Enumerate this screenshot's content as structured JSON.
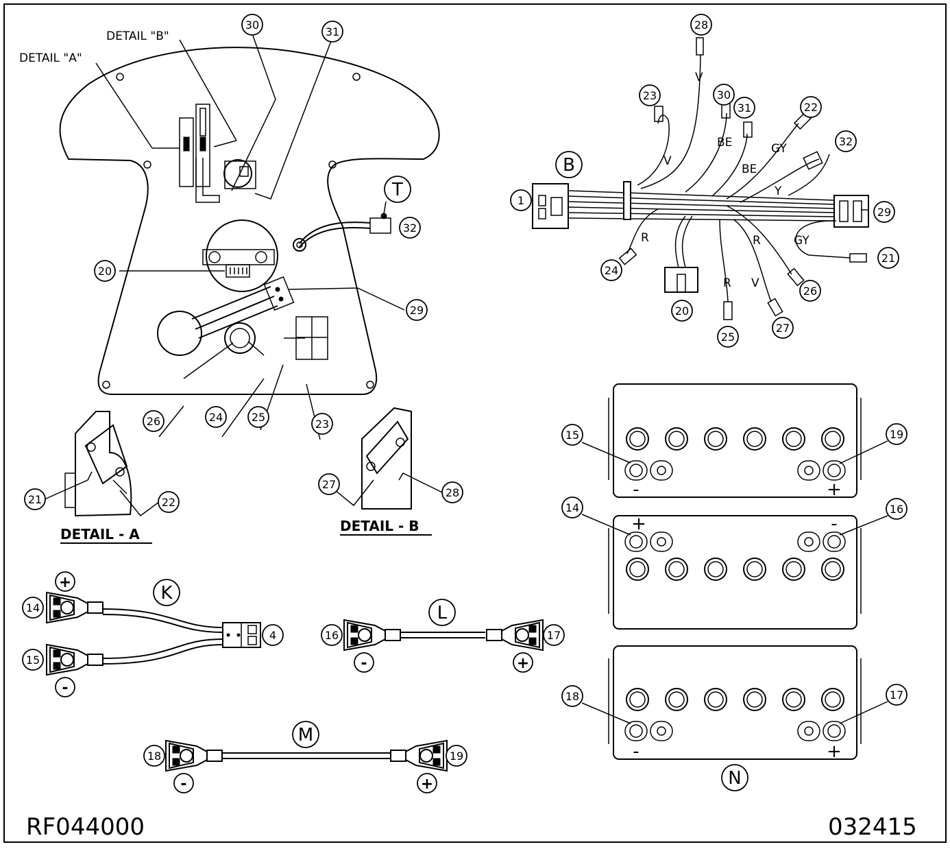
{
  "labels": {
    "detail_a_pointer": "DETAIL \"A\"",
    "detail_b_pointer": "DETAIL \"B\"",
    "detail_a_title": "DETAIL - A",
    "detail_b_title": "DETAIL - B",
    "doc_code": "RF044000",
    "date_code": "032415"
  },
  "letters": {
    "T": "T",
    "B": "B",
    "K": "K",
    "L": "L",
    "M": "M",
    "N": "N"
  },
  "callouts": {
    "c1": "1",
    "c4": "4",
    "c14": "14",
    "c15": "15",
    "c16": "16",
    "c17": "17",
    "c18": "18",
    "c19": "19",
    "c20": "20",
    "c21": "21",
    "c22": "22",
    "c23": "23",
    "c24": "24",
    "c25": "25",
    "c26": "26",
    "c27": "27",
    "c28": "28",
    "c29": "29",
    "c30": "30",
    "c31": "31",
    "c32": "32"
  },
  "wire_colors": {
    "V": "V",
    "BE": "BE",
    "GY": "GY",
    "Y": "Y",
    "R": "R"
  },
  "polarity": {
    "plus": "+",
    "minus": "-"
  }
}
